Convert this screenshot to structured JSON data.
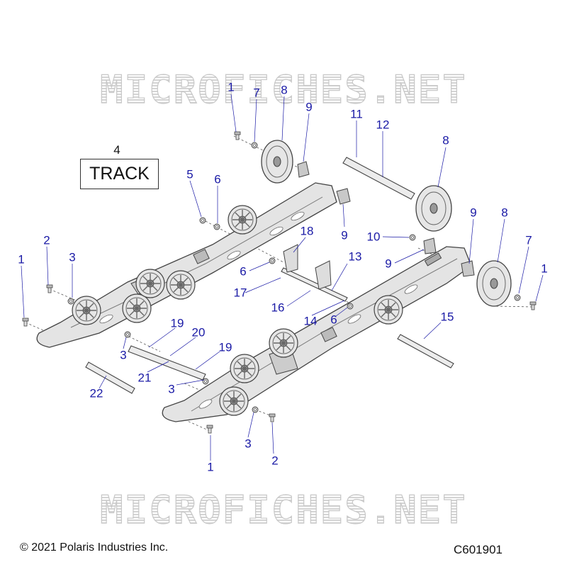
{
  "watermark": "MICROFICHES.NET",
  "track_label": "TRACK",
  "track_number": "4",
  "copyright": "© 2021 Polaris Industries Inc.",
  "diagram_code": "C601901",
  "callouts": [
    "1",
    "7",
    "8",
    "9",
    "11",
    "12",
    "8",
    "5",
    "6",
    "18",
    "9",
    "10",
    "9",
    "9",
    "8",
    "7",
    "1",
    "1",
    "2",
    "3",
    "6",
    "13",
    "17",
    "16",
    "14",
    "6",
    "15",
    "19",
    "20",
    "19",
    "3",
    "21",
    "3",
    "22",
    "3",
    "2",
    "1"
  ]
}
